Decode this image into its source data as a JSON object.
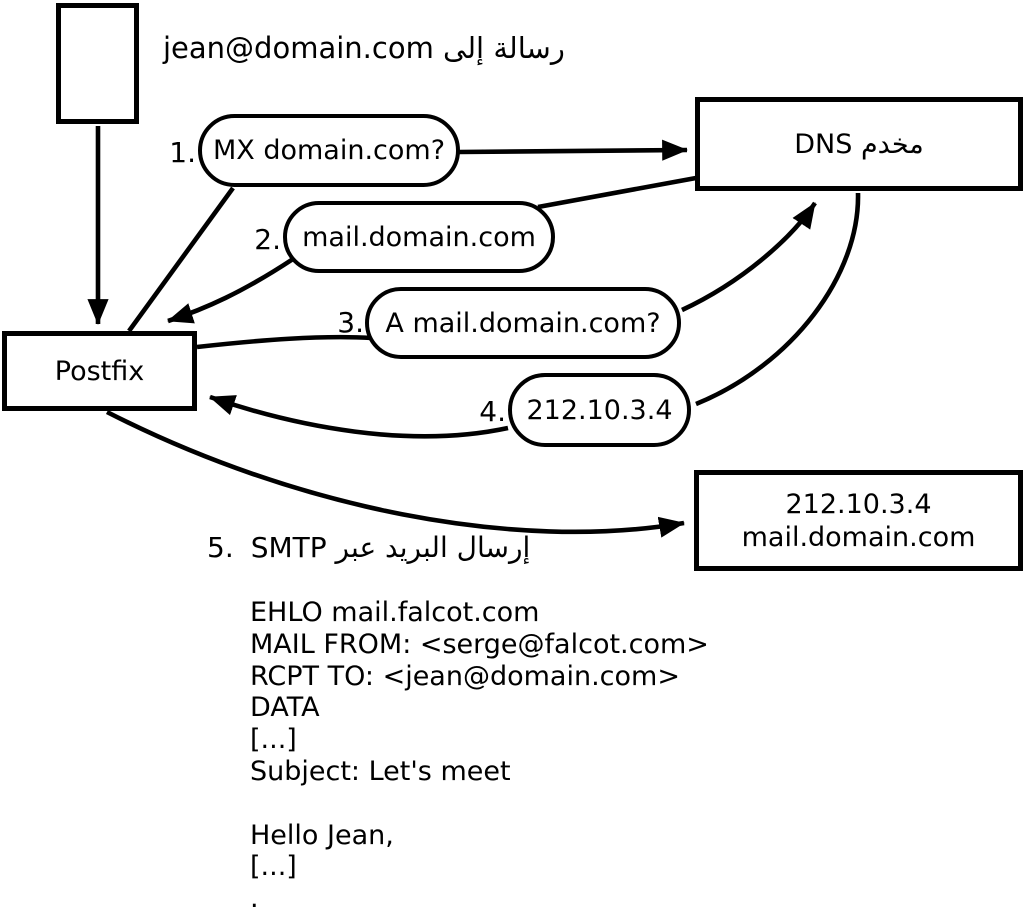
{
  "diagram": {
    "top_message": "رسالة إلى jean@domain.com",
    "nodes": {
      "sender": {
        "label": ""
      },
      "postfix": {
        "label": "Postfix"
      },
      "dns": {
        "label": "مخدم DNS"
      },
      "destination": {
        "line1": "212.10.3.4",
        "line2": "mail.domain.com"
      }
    },
    "steps": [
      {
        "num": "1.",
        "label": "MX domain.com?"
      },
      {
        "num": "2.",
        "label": "mail.domain.com"
      },
      {
        "num": "3.",
        "label": "A mail.domain.com?"
      },
      {
        "num": "4.",
        "label": "212.10.3.4"
      },
      {
        "num": "5.",
        "label": "إرسال البريد عبر SMTP"
      }
    ],
    "smtp_session": [
      "EHLO mail.falcot.com",
      "MAIL FROM: <serge@falcot.com>",
      "RCPT TO: <jean@domain.com>",
      "DATA",
      "[...]",
      "Subject: Let's meet",
      "",
      "Hello Jean,",
      "[...]",
      "."
    ]
  }
}
